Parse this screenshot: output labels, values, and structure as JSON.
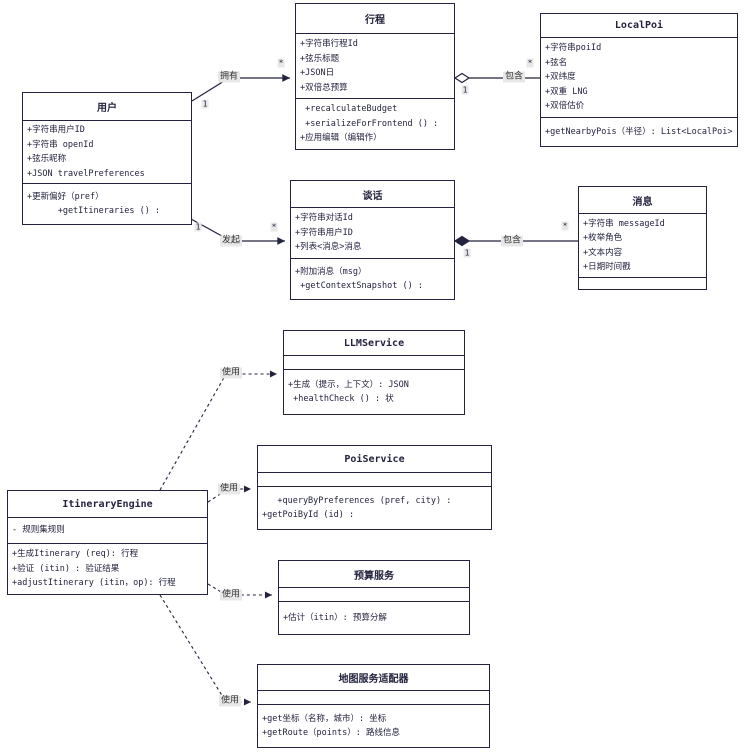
{
  "colors": {
    "stroke": "#23233f",
    "label_bg": "#e8e8e8"
  },
  "classes": {
    "user": {
      "title": "用户",
      "attrs": [
        "+字符串用户ID",
        "+字符串 openId",
        "+弦乐昵称",
        "+JSON travelPreferences"
      ],
      "methods": [
        "+更新偏好（pref）",
        "      +getItineraries () :"
      ]
    },
    "itinerary": {
      "title": "行程",
      "attrs": [
        "+字符串行程Id",
        "+弦乐标题",
        "+JSON日",
        "+双倍总预算"
      ],
      "methods": [
        " +recalculateBudget",
        " +serializeForFrontend () :",
        "+应用编辑（编辑作）"
      ]
    },
    "localpoi": {
      "title": "LocalPoi",
      "attrs": [
        "+字符串poiId",
        "+弦名",
        "+双纬度",
        "+双重 LNG",
        "+双倍估价"
      ],
      "methods": [
        "+getNearbyPois（半径）: List<LocalPoi>"
      ]
    },
    "conversation": {
      "title": "谈话",
      "attrs": [
        "+字符串对话Id",
        "+字符串用户ID",
        "+列表<消息>消息"
      ],
      "methods": [
        "+附加消息（msg）",
        " +getContextSnapshot () :"
      ]
    },
    "message": {
      "title": "消息",
      "attrs": [
        "+字符串 messageId",
        "+枚举角色",
        "+文本内容",
        "+日期时间戳"
      ],
      "methods": []
    },
    "llm": {
      "title": "LLMService",
      "attrs": [],
      "methods": [
        "+生成（提示，上下文）: JSON",
        " +healthCheck () : 状"
      ]
    },
    "poi": {
      "title": "PoiService",
      "attrs": [],
      "methods": [
        "   +queryByPreferences (pref, city) :",
        "+getPoiById (id) :"
      ]
    },
    "budget": {
      "title": "预算服务",
      "attrs": [],
      "methods": [
        "+估计（itin）: 预算分解"
      ]
    },
    "map": {
      "title": "地图服务适配器",
      "attrs": [],
      "methods": [
        "+get坐标（名称，城市）: 坐标",
        "+getRoute（points）: 路线信息"
      ]
    },
    "engine": {
      "title": "ItineraryEngine",
      "attrs": [
        "- 规则集规则"
      ],
      "methods": [
        "+生成Itinerary (req): 行程",
        "+验证 (itin) : 验证结果",
        "+adjustItinerary (itin，op): 行程"
      ]
    }
  },
  "edges": {
    "owns": {
      "label": "拥有",
      "from_card": "1",
      "to_card": "*"
    },
    "contains_poi": {
      "label": "包含",
      "from_card": "1",
      "to_card": "*"
    },
    "initiates": {
      "label": "发起",
      "from_card": "1",
      "to_card": "*"
    },
    "contains_msg": {
      "label": "包含",
      "from_card": "1",
      "to_card": "*"
    },
    "uses_llm": {
      "label": "使用"
    },
    "uses_poi": {
      "label": "使用"
    },
    "uses_budget": {
      "label": "使用"
    },
    "uses_map": {
      "label": "使用"
    }
  }
}
